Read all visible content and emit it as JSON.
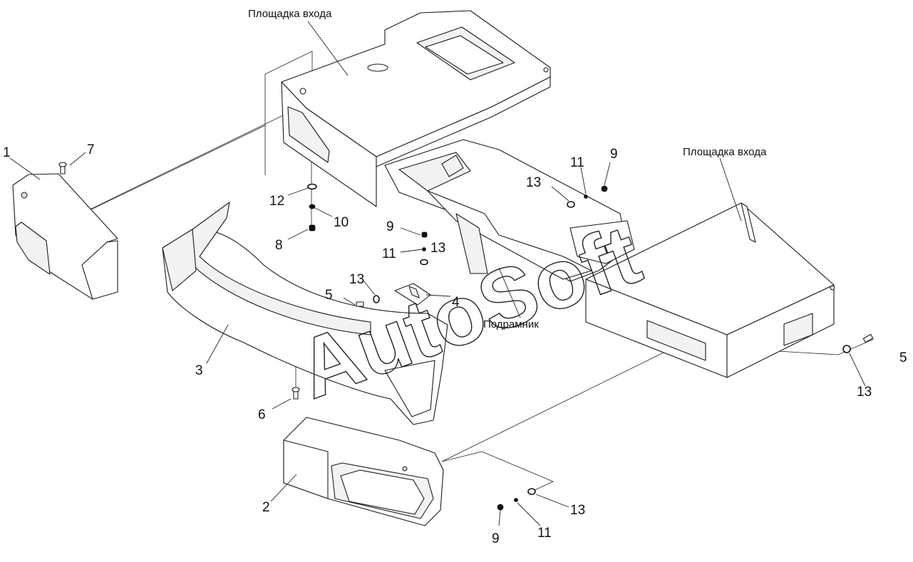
{
  "diagram": {
    "region_labels": {
      "platform_top": "Площадка входа",
      "platform_right": "Площадка входа",
      "subframe": "Подрамник"
    },
    "callouts": {
      "p1": "1",
      "p2": "2",
      "p3": "3",
      "p4": "4",
      "p5a": "5",
      "p5b": "5",
      "p6": "6",
      "p7": "7",
      "p8": "8",
      "p9a": "9",
      "p9b": "9",
      "p9c": "9",
      "p10": "10",
      "p11a": "11",
      "p11b": "11",
      "p11c": "11",
      "p12": "12",
      "p13a": "13",
      "p13b": "13",
      "p13c": "13",
      "p13d": "13",
      "p13e": "13"
    },
    "watermark": "AutoSoft"
  }
}
